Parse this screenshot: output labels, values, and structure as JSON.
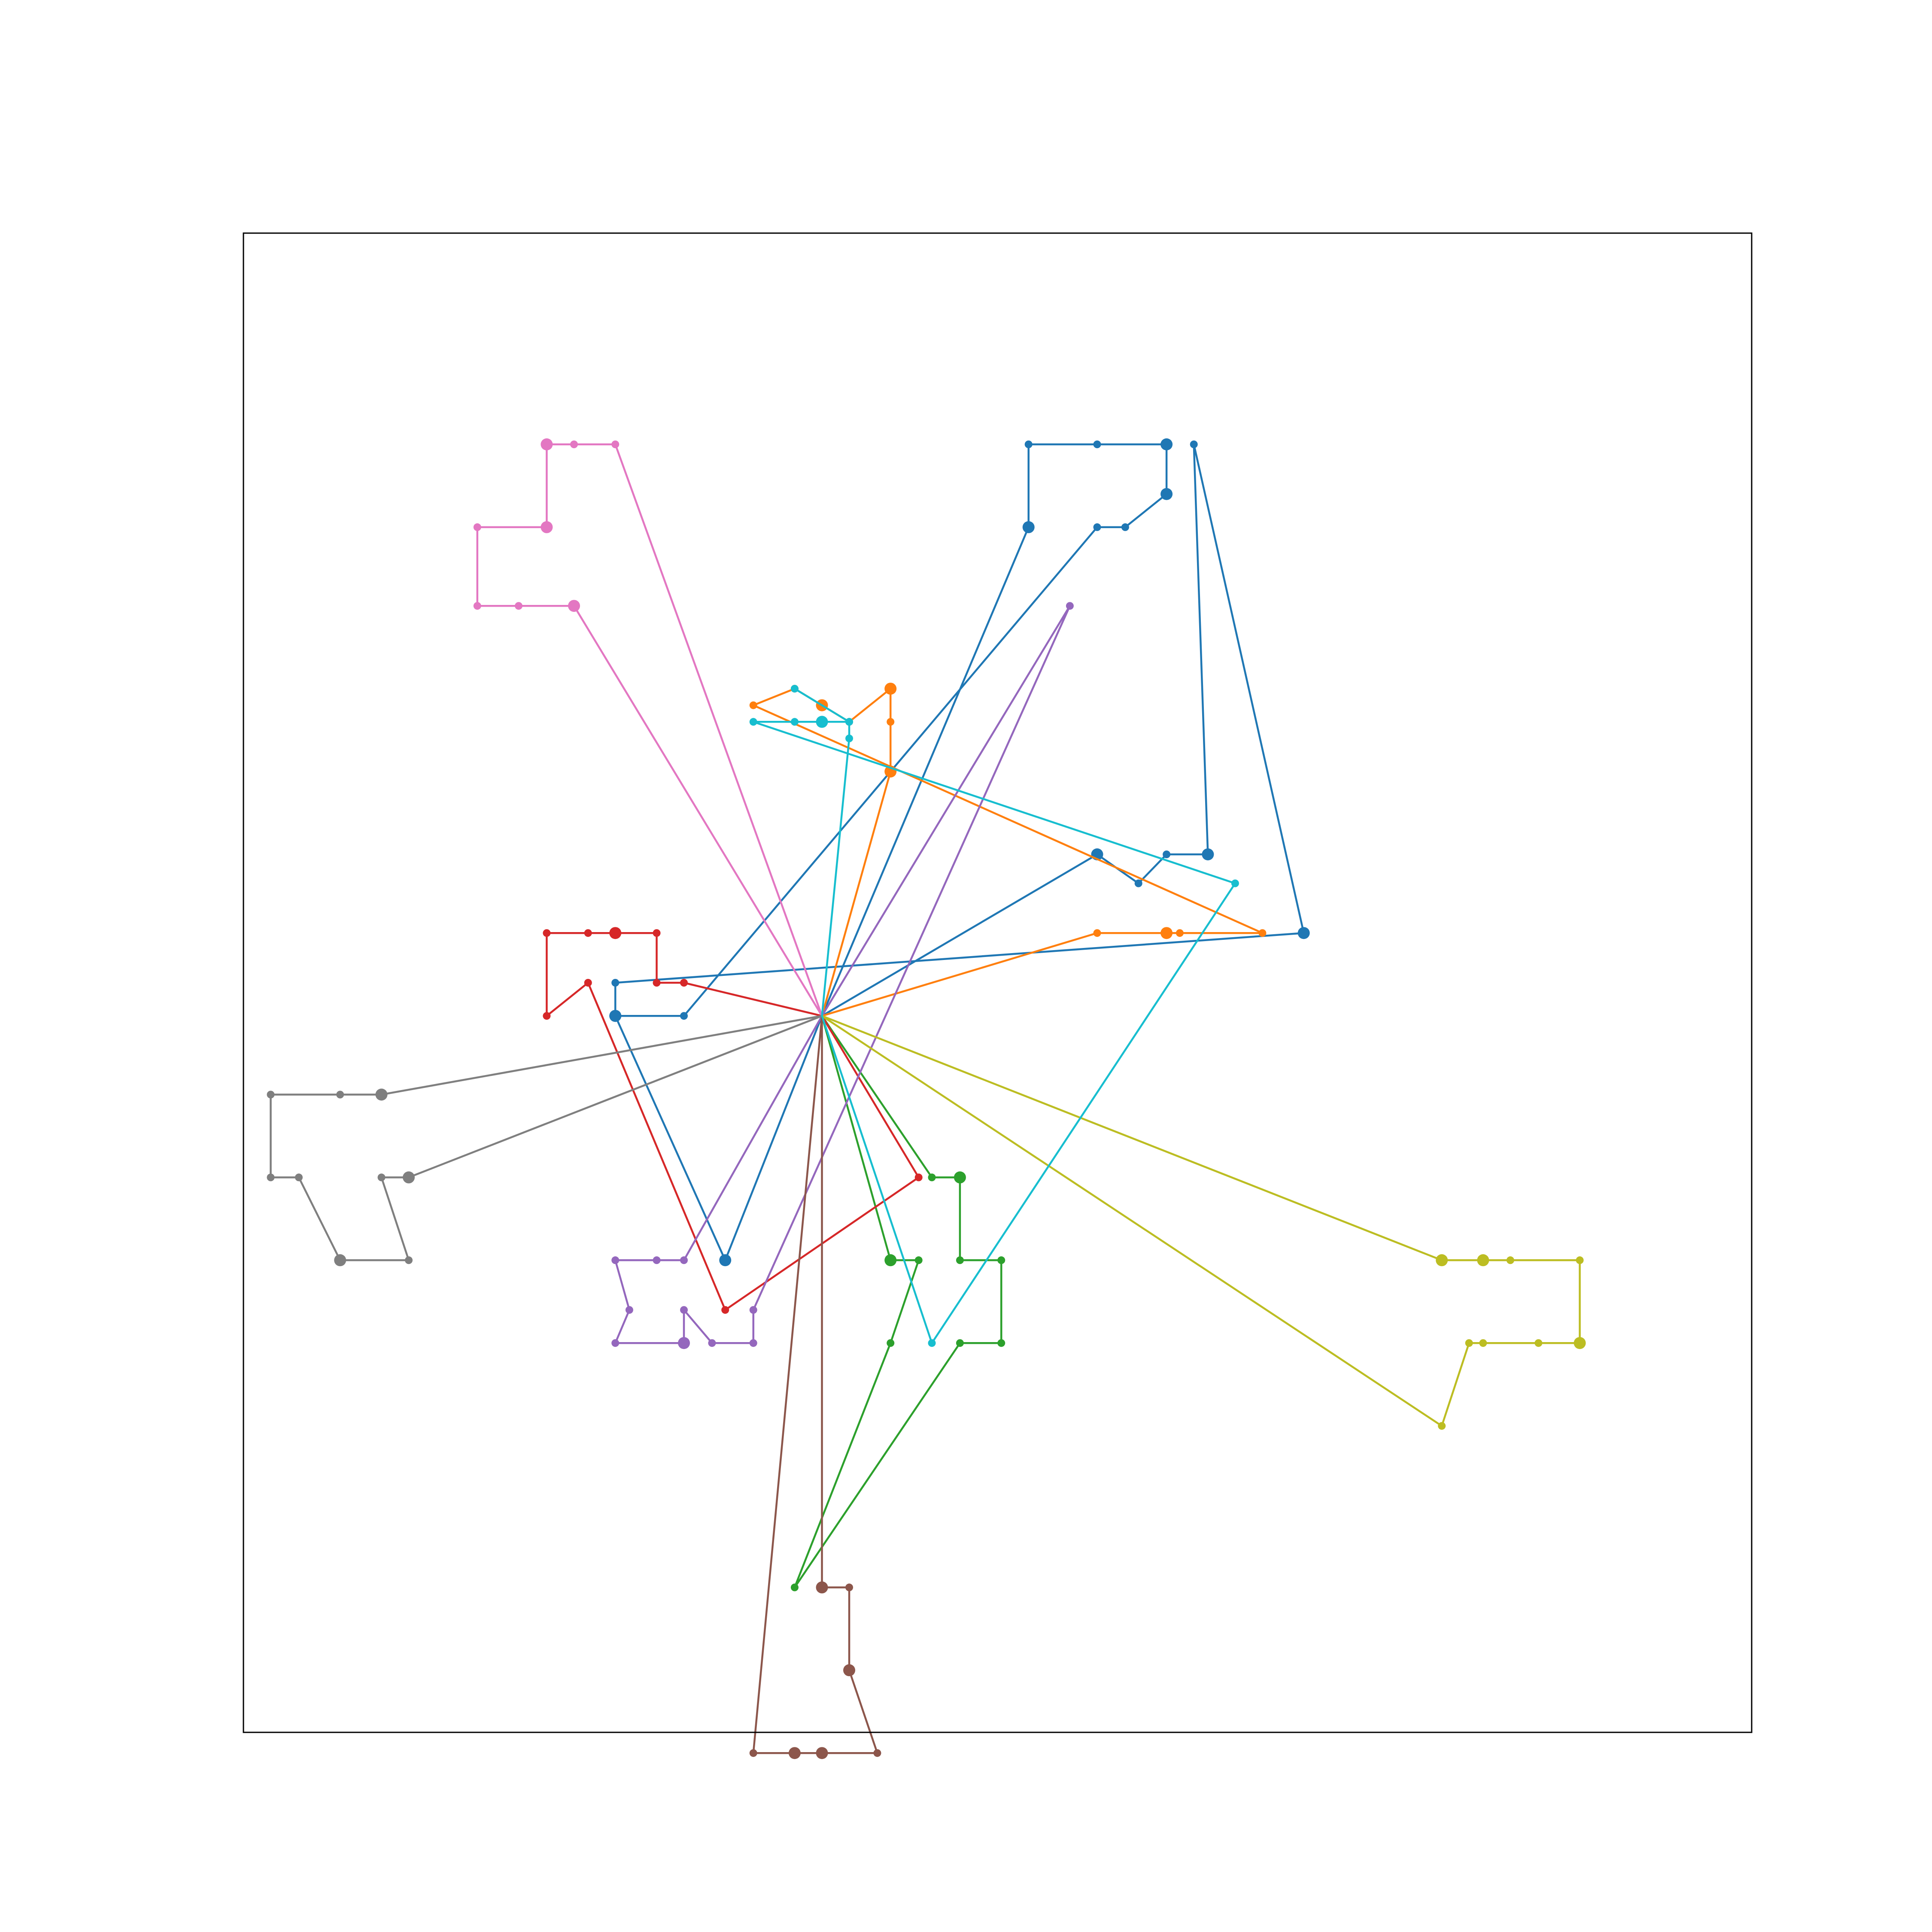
{
  "chart_data": {
    "type": "line",
    "title": "",
    "xlabel": "",
    "ylabel": "",
    "xlim": [
      -7.0,
      11.25
    ],
    "ylim": [
      -8.65,
      9.45
    ],
    "grid": false,
    "ticks_visible": false,
    "series": [
      {
        "color": "#1f77b4",
        "points": [
          [
            0,
            0
          ],
          [
            2.5,
            5.9
          ],
          [
            2.5,
            6.9
          ],
          [
            3.33,
            6.9
          ],
          [
            4.17,
            6.9
          ],
          [
            4.17,
            6.3
          ],
          [
            3.67,
            5.9
          ],
          [
            3.33,
            5.9
          ],
          [
            -1.67,
            0
          ],
          [
            -2.5,
            0
          ],
          [
            -2.5,
            0.4
          ],
          [
            5.83,
            1.0
          ],
          [
            4.5,
            6.9
          ],
          [
            4.67,
            1.95
          ],
          [
            4.17,
            1.95
          ],
          [
            3.83,
            1.6
          ],
          [
            3.33,
            1.95
          ],
          [
            0,
            0
          ],
          [
            -1.17,
            -2.95
          ],
          [
            -2.5,
            0
          ]
        ],
        "sizes": [
          0,
          1,
          0,
          0,
          1,
          1,
          0,
          0,
          0,
          1,
          0,
          1,
          0,
          1,
          0,
          0,
          1,
          0,
          1,
          1
        ]
      },
      {
        "color": "#ff7f0e",
        "points": [
          [
            0,
            0
          ],
          [
            3.33,
            1.0
          ],
          [
            4.17,
            1.0
          ],
          [
            4.33,
            1.0
          ],
          [
            5.33,
            1.0
          ],
          [
            -0.83,
            3.75
          ],
          [
            -0.33,
            3.95
          ],
          [
            0,
            3.75
          ],
          [
            0.33,
            3.55
          ],
          [
            0.83,
            3.95
          ],
          [
            0.83,
            3.55
          ],
          [
            0.83,
            2.95
          ],
          [
            0,
            0
          ]
        ],
        "sizes": [
          0,
          0,
          1,
          0,
          0,
          0,
          0,
          1,
          0,
          1,
          0,
          1,
          0
        ]
      },
      {
        "color": "#2ca02c",
        "points": [
          [
            0,
            0
          ],
          [
            1.33,
            -1.95
          ],
          [
            1.67,
            -1.95
          ],
          [
            1.67,
            -2.95
          ],
          [
            2.17,
            -2.95
          ],
          [
            2.17,
            -3.95
          ],
          [
            1.67,
            -3.95
          ],
          [
            -0.33,
            -6.9
          ],
          [
            0.83,
            -3.95
          ],
          [
            1.17,
            -2.95
          ],
          [
            0.83,
            -2.95
          ],
          [
            0,
            0
          ]
        ],
        "sizes": [
          0,
          0,
          1,
          0,
          0,
          0,
          0,
          0,
          0,
          0,
          1,
          0
        ]
      },
      {
        "color": "#d62728",
        "points": [
          [
            0,
            0
          ],
          [
            1.17,
            -1.95
          ],
          [
            -1.17,
            -3.55
          ],
          [
            -2.83,
            0.4
          ],
          [
            -3.33,
            0
          ],
          [
            -3.33,
            1.0
          ],
          [
            -2.83,
            1.0
          ],
          [
            -2.5,
            1.0
          ],
          [
            -2.0,
            1.0
          ],
          [
            -2.0,
            0.4
          ],
          [
            -1.67,
            0.4
          ],
          [
            0,
            0
          ]
        ],
        "sizes": [
          0,
          0,
          0,
          0,
          0,
          0,
          0,
          1,
          0,
          0,
          0,
          0
        ]
      },
      {
        "color": "#9467bd",
        "points": [
          [
            0,
            0
          ],
          [
            3.0,
            4.95
          ],
          [
            -0.83,
            -3.55
          ],
          [
            -0.83,
            -3.95
          ],
          [
            -1.33,
            -3.95
          ],
          [
            -1.67,
            -3.55
          ],
          [
            -1.67,
            -3.95
          ],
          [
            -2.5,
            -3.95
          ],
          [
            -2.33,
            -3.55
          ],
          [
            -2.5,
            -2.95
          ],
          [
            -2.0,
            -2.95
          ],
          [
            -1.67,
            -2.95
          ],
          [
            0,
            0
          ]
        ],
        "sizes": [
          0,
          0,
          0,
          0,
          0,
          0,
          1,
          0,
          0,
          0,
          0,
          0,
          0
        ]
      },
      {
        "color": "#8c564b",
        "points": [
          [
            0,
            0
          ],
          [
            0,
            -6.9
          ],
          [
            0.33,
            -6.9
          ],
          [
            0.33,
            -7.9
          ],
          [
            0.67,
            -8.9
          ],
          [
            0,
            -8.9
          ],
          [
            -0.33,
            -8.9
          ],
          [
            -0.83,
            -8.9
          ],
          [
            0,
            0
          ]
        ],
        "sizes": [
          0,
          1,
          0,
          1,
          0,
          1,
          1,
          0,
          0
        ]
      },
      {
        "color": "#e377c2",
        "points": [
          [
            0,
            0
          ],
          [
            -2.5,
            6.9
          ],
          [
            -3.0,
            6.9
          ],
          [
            -3.33,
            6.9
          ],
          [
            -3.33,
            5.9
          ],
          [
            -4.17,
            5.9
          ],
          [
            -4.17,
            4.95
          ],
          [
            -3.67,
            4.95
          ],
          [
            -3.0,
            4.95
          ],
          [
            0,
            0
          ]
        ],
        "sizes": [
          0,
          0,
          0,
          1,
          1,
          0,
          0,
          0,
          1,
          0
        ]
      },
      {
        "color": "#7f7f7f",
        "points": [
          [
            0,
            0
          ],
          [
            -5.33,
            -0.95
          ],
          [
            -5.83,
            -0.95
          ],
          [
            -6.67,
            -0.95
          ],
          [
            -6.67,
            -1.95
          ],
          [
            -6.33,
            -1.95
          ],
          [
            -5.83,
            -2.95
          ],
          [
            -5.0,
            -2.95
          ],
          [
            -5.33,
            -1.95
          ],
          [
            -5.0,
            -1.95
          ],
          [
            0,
            0
          ]
        ],
        "sizes": [
          0,
          1,
          0,
          0,
          0,
          0,
          1,
          0,
          0,
          1,
          0
        ]
      },
      {
        "color": "#bcbd22",
        "points": [
          [
            0,
            0
          ],
          [
            7.5,
            -2.95
          ],
          [
            8.0,
            -2.95
          ],
          [
            8.33,
            -2.95
          ],
          [
            9.17,
            -2.95
          ],
          [
            9.17,
            -3.95
          ],
          [
            8.67,
            -3.95
          ],
          [
            8.0,
            -3.95
          ],
          [
            7.83,
            -3.95
          ],
          [
            7.5,
            -4.95
          ],
          [
            0,
            0
          ]
        ],
        "sizes": [
          0,
          1,
          1,
          0,
          0,
          1,
          0,
          0,
          0,
          0,
          0
        ]
      },
      {
        "color": "#17becf",
        "points": [
          [
            0,
            0
          ],
          [
            1.33,
            -3.95
          ],
          [
            5.0,
            1.6
          ],
          [
            -0.83,
            3.55
          ],
          [
            -0.33,
            3.55
          ],
          [
            0,
            3.55
          ],
          [
            0.33,
            3.55
          ],
          [
            -0.33,
            3.95
          ],
          [
            0.33,
            3.55
          ],
          [
            0.33,
            3.35
          ],
          [
            0,
            0
          ]
        ],
        "sizes": [
          0,
          0,
          0,
          0,
          0,
          1,
          0,
          0,
          0,
          0,
          0
        ]
      }
    ]
  }
}
